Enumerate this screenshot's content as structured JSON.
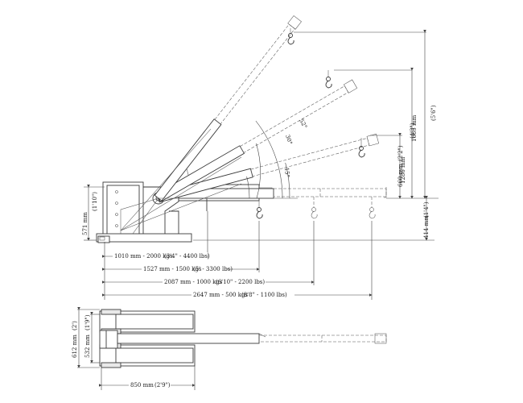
{
  "side_view": {
    "base_height": "571 mm",
    "base_height_imperial": "(1'10\")",
    "reach_1": "1010 mm - 2000 kgs",
    "reach_1_imperial": "(3'4\" - 4400 lbs)",
    "reach_2": "1527 mm - 1500 kgs",
    "reach_2_imperial": "(5' - 3300 lbs)",
    "reach_3": "2087 mm - 1000 kgs",
    "reach_3_imperial": "(6'10\" - 2200 lbs)",
    "reach_4": "2647 mm - 500 kgs",
    "reach_4_imperial": "(8'8\" - 1100 lbs)",
    "height_1": "1685 mm",
    "height_1_imperial": "(5'6\")",
    "height_2": "1286 mm",
    "height_2_imperial": "(4'3\")",
    "height_3": "660 mm",
    "height_3_imperial": "(2'2\")",
    "height_4": "414 mm",
    "height_4_imperial": "(1'4\")",
    "angle_1": "52°",
    "angle_2": "30°",
    "angle_3": "15°"
  },
  "top_view": {
    "outer_width": "612 mm",
    "outer_width_imperial": "(2')",
    "inner_width": "532 mm",
    "inner_width_imperial": "(1'9\")",
    "length": "850 mm",
    "length_imperial": "(2'9\")"
  }
}
